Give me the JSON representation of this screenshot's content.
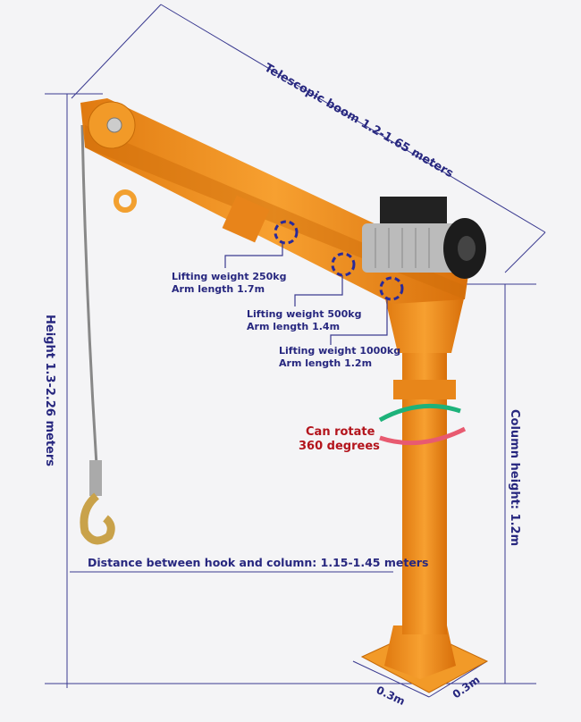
{
  "dimensions": {
    "boom": "Telescopic boom 1.2-1.65 meters",
    "height": "Height 1.3-2.26 meters",
    "column": "Column height: 1.2m",
    "distance": "Distance between hook and column: 1.15-1.45 meters",
    "base_width": "0.3m",
    "base_depth": "0.3m"
  },
  "positions": [
    {
      "weight": "Lifting weight 250kg",
      "arm": "Arm length 1.7m"
    },
    {
      "weight": "Lifting weight 500kg",
      "arm": "Arm length 1.4m"
    },
    {
      "weight": "Lifting weight 1000kg",
      "arm": "Arm length 1.2m"
    }
  ],
  "rotation": {
    "line1": "Can rotate",
    "line2": "360 degrees"
  },
  "colors": {
    "crane": "#f0901e",
    "annotation": "#27277f",
    "rotation_text": "#b3141c"
  }
}
